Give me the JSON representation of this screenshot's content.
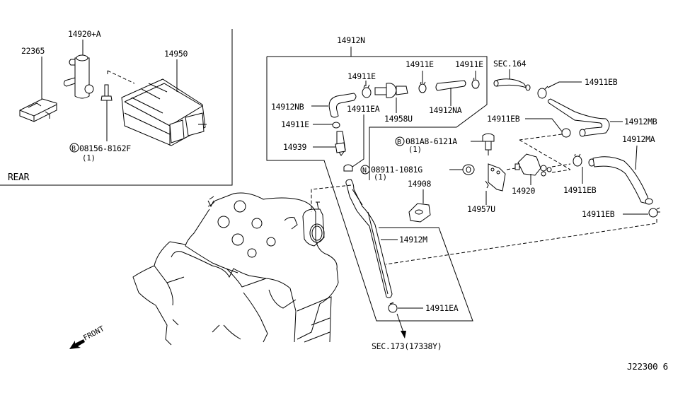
{
  "diagram": {
    "type": "exploded-parts-diagram",
    "diagram_code": "J22300 6",
    "inset": {
      "title": "REAR",
      "parts": [
        {
          "id": "p-22365",
          "label": "22365"
        },
        {
          "id": "p-14920A",
          "label": "14920+A"
        },
        {
          "id": "p-14950",
          "label": "14950"
        },
        {
          "id": "p-bolt-08156",
          "prefix": "B",
          "label": "08156-8162F",
          "qty": "(1)"
        }
      ]
    },
    "group_14912N": {
      "label": "14912N",
      "parts": [
        {
          "id": "p-14911E-1",
          "label": "14911E"
        },
        {
          "id": "p-14911E-2",
          "label": "14911E"
        },
        {
          "id": "p-14911E-3",
          "label": "14911E"
        },
        {
          "id": "p-14911E-4",
          "label": "14911E"
        },
        {
          "id": "p-14912NB",
          "label": "14912NB"
        },
        {
          "id": "p-14911EA-1",
          "label": "14911EA"
        },
        {
          "id": "p-14958U",
          "label": "14958U"
        },
        {
          "id": "p-14912NA",
          "label": "14912NA"
        },
        {
          "id": "p-14939",
          "label": "14939"
        }
      ]
    },
    "parts": [
      {
        "id": "p-sec164",
        "label": "SEC.164"
      },
      {
        "id": "p-14911EB-1",
        "label": "14911EB"
      },
      {
        "id": "p-14911EB-2",
        "label": "14911EB"
      },
      {
        "id": "p-14912MB",
        "label": "14912MB"
      },
      {
        "id": "p-14912MA",
        "label": "14912MA"
      },
      {
        "id": "p-bolt-081A8",
        "prefix": "B",
        "label": "081A8-6121A",
        "qty": "(1)"
      },
      {
        "id": "p-nut-08911",
        "prefix": "N",
        "label": "08911-1081G",
        "qty": "(1)"
      },
      {
        "id": "p-14908",
        "label": "14908"
      },
      {
        "id": "p-14920",
        "label": "14920"
      },
      {
        "id": "p-14911EB-3",
        "label": "14911EB"
      },
      {
        "id": "p-14957U",
        "label": "14957U"
      },
      {
        "id": "p-14911EB-4",
        "label": "14911EB"
      },
      {
        "id": "p-14912M",
        "label": "14912M"
      },
      {
        "id": "p-14911EA-2",
        "label": "14911EA"
      },
      {
        "id": "p-sec173",
        "label": "SEC.173(17338Y)"
      }
    ],
    "orientation": {
      "label": "FRONT"
    }
  }
}
